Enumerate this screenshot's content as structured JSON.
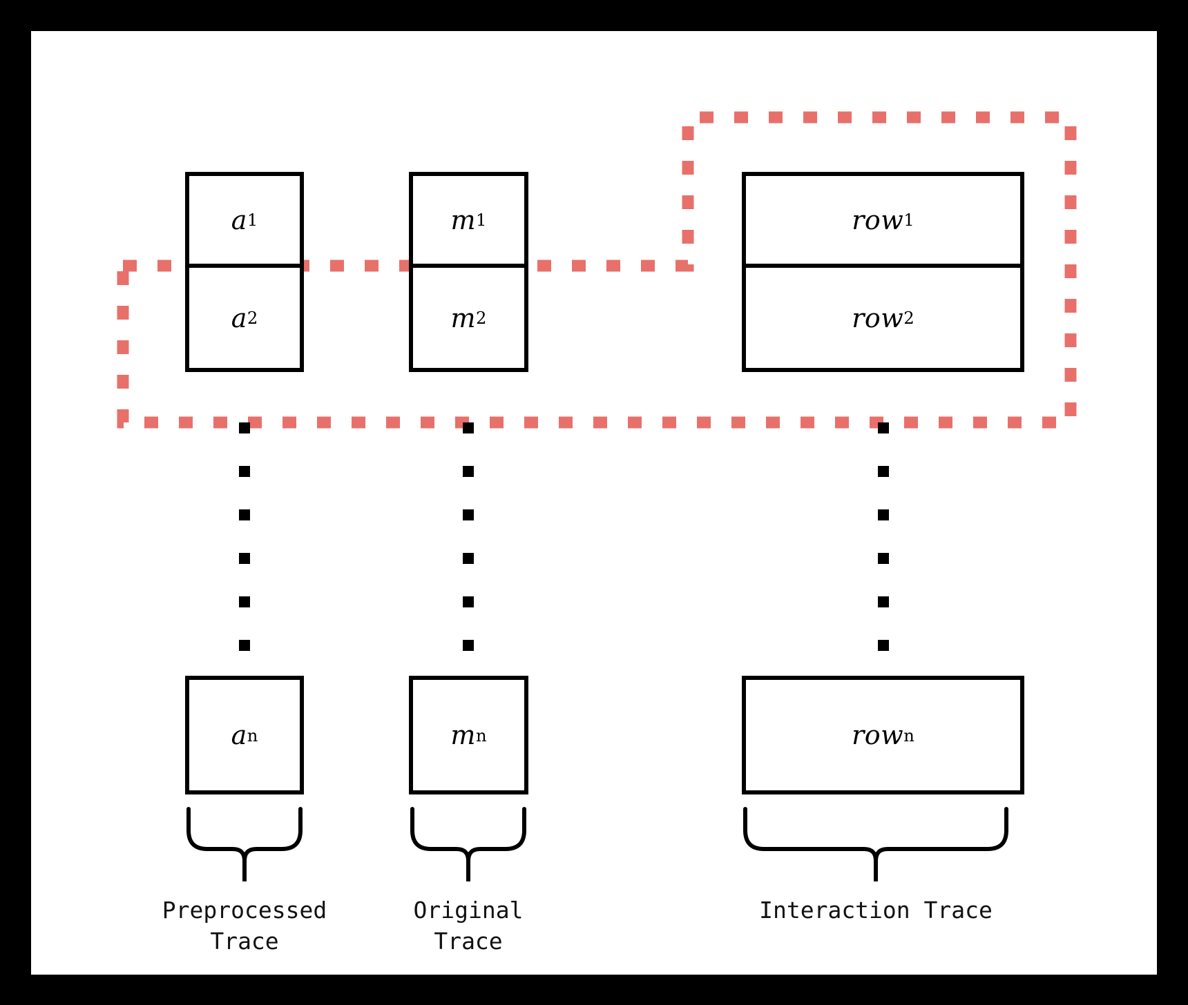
{
  "figure": {
    "title": "Trace layout diagram",
    "background_color": "#000000",
    "canvas_color": "#ffffff",
    "stroke_color": "#000000",
    "highlight_color": "#e8706b"
  },
  "columns": [
    {
      "key": "preprocessed",
      "group_label": "Preprocessed\nTrace",
      "cells": [
        {
          "base": "a",
          "sub": "1"
        },
        {
          "base": "a",
          "sub": "2"
        },
        {
          "base": "a",
          "sub": "n"
        }
      ]
    },
    {
      "key": "original",
      "group_label": "Original\nTrace",
      "cells": [
        {
          "base": "m",
          "sub": "1"
        },
        {
          "base": "m",
          "sub": "2"
        },
        {
          "base": "m",
          "sub": "n"
        }
      ]
    },
    {
      "key": "interaction",
      "group_label": "Interaction Trace",
      "cells": [
        {
          "base": "row",
          "sub": "1"
        },
        {
          "base": "row",
          "sub": "2"
        },
        {
          "base": "row",
          "sub": "n"
        }
      ]
    }
  ],
  "ellipsis": {
    "dot_count": 6,
    "color": "#000000"
  },
  "highlight_region": {
    "label": "dashed-row-highlight",
    "color": "#e8706b",
    "dash_length": 22,
    "gap_length": 28
  }
}
